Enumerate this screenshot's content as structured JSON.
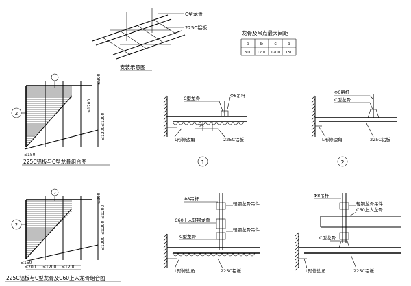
{
  "install": {
    "label_c": "C型龙骨",
    "label_board": "225C铝板",
    "caption": "安装示意图"
  },
  "spacing_table": {
    "title": "龙骨及吊点最大间距",
    "headers": [
      "a",
      "b",
      "c",
      "d"
    ],
    "values": [
      "300",
      "1200",
      "1200",
      "150"
    ]
  },
  "plan1": {
    "caption": "225C铝板与C型龙骨组合图",
    "dims": [
      "≤300",
      "≤1200",
      "≤1200",
      "≤1200",
      "≤150"
    ],
    "callout": "2"
  },
  "plan2": {
    "caption": "225C铝板与C型龙骨及C60上人龙骨组合图",
    "dims": [
      "≤300",
      "≤1200",
      "≤1200",
      "≤1200",
      "≤150",
      "≤200",
      "≤1200",
      "≤1200"
    ],
    "callout": "2",
    "callout_top": "2"
  },
  "detail1": {
    "label_c": "C型龙骨",
    "label_rod": "Φ6吊杆",
    "label_edge": "L形修边角",
    "label_board": "225C铝板",
    "dim": "75",
    "number": "1"
  },
  "detail2": {
    "label_rod": "Φ6吊杆",
    "label_c": "C型龙骨",
    "label_edge": "L形修边角",
    "label_board": "225C铝板",
    "number": "2"
  },
  "detail3": {
    "label_rod": "Φ8吊杆",
    "label_hanger": "轻钢龙骨吊件",
    "label_c60": "C60上人轻钢龙骨",
    "label_hanger2": "轻钢龙骨吊件",
    "label_c": "C型龙骨",
    "label_edge": "L形修边角",
    "label_board": "225C铝板"
  },
  "detail4": {
    "label_rod": "Φ8吊杆",
    "label_hanger": "轻钢龙骨吊件",
    "label_c60": "C60上人龙骨",
    "label_c": "C型龙骨",
    "label_edge": "L形修边角",
    "label_board": "225C铝板"
  }
}
